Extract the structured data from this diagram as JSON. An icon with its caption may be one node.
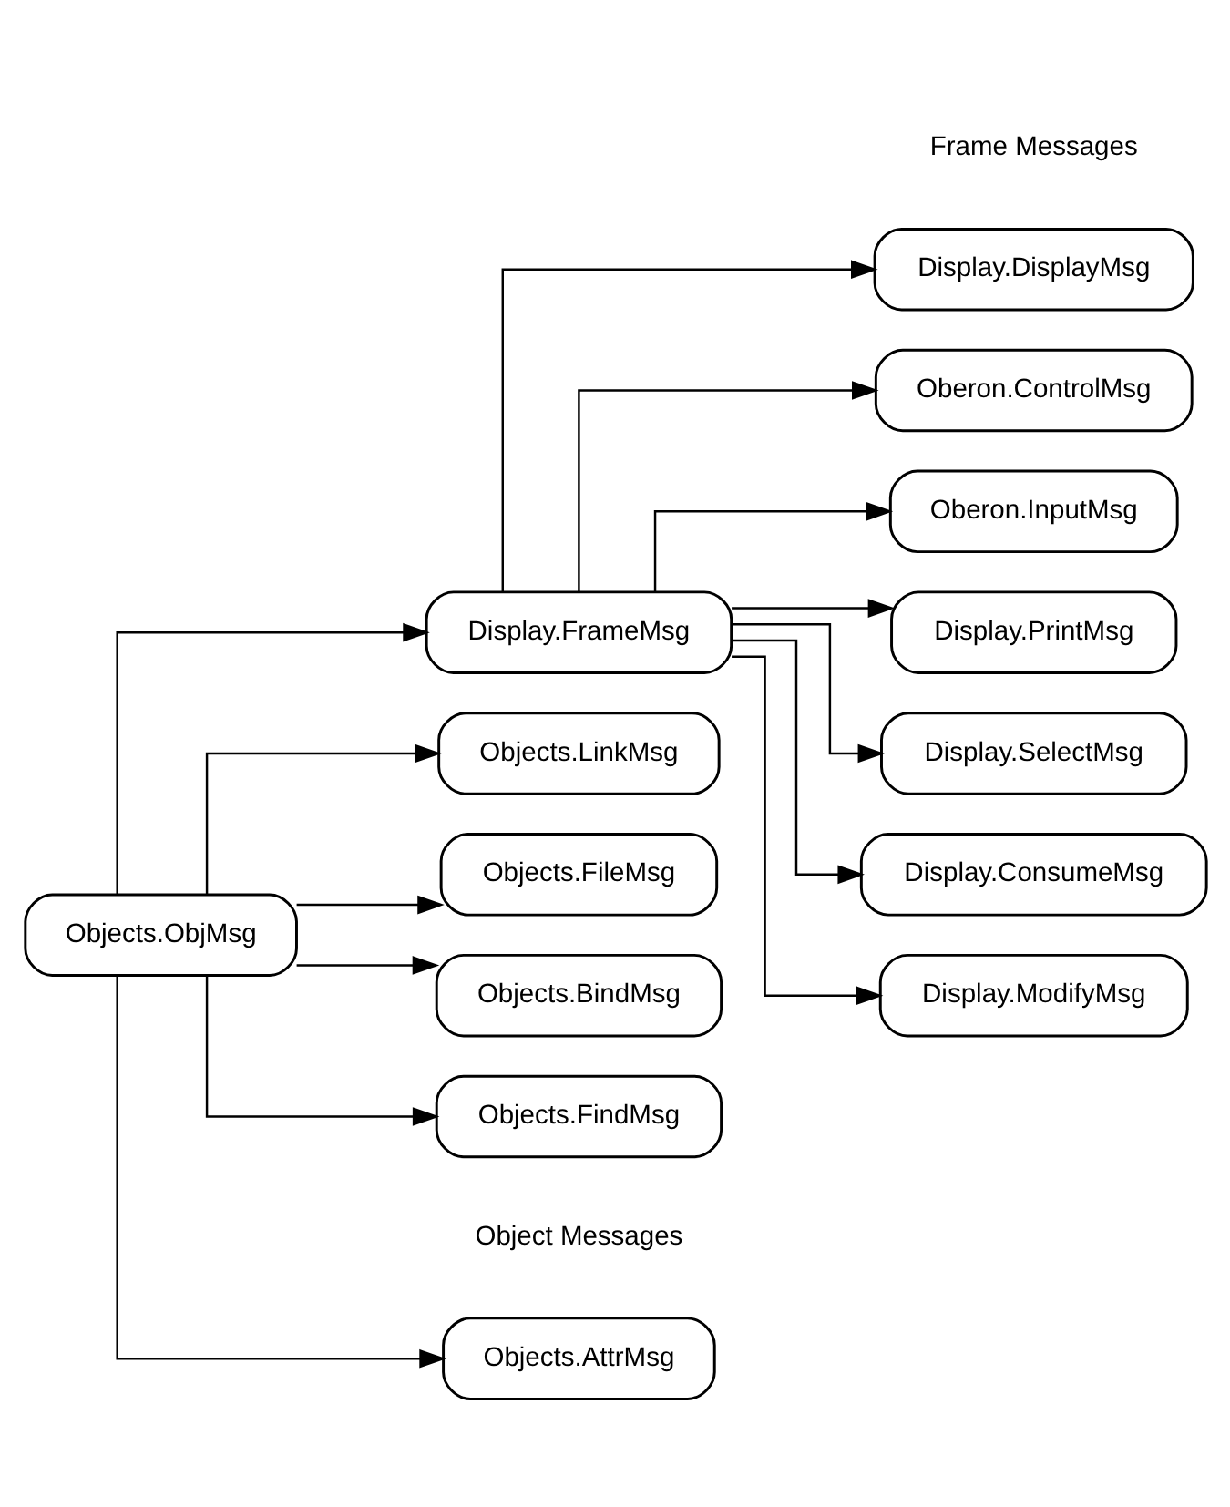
{
  "diagram": {
    "nodes": [
      {
        "text": [
          "Oberon.ControlMsg"
        ]
      },
      {
        "text": [
          "Oberon.InputMsg"
        ]
      },
      {
        "text": [
          "Display.DisplayMsg"
        ]
      },
      {
        "text": [
          "Display.PrintMsg"
        ]
      },
      {
        "text": [
          "Display.SelectMsg"
        ]
      },
      {
        "text": [
          "Display.ConsumeMsg"
        ]
      },
      {
        "text": [
          "Display.ModifyMsg"
        ]
      },
      {
        "text": [
          "Display.FrameMsg"
        ]
      },
      {
        "text": [
          "Objects.AttrMsg"
        ]
      },
      {
        "text": [
          "Objects.LinkMsg"
        ]
      },
      {
        "text": [
          "Objects.FileMsg"
        ]
      },
      {
        "text": [
          "Objects.BindMsg"
        ]
      },
      {
        "text": [
          "Objects.FindMsg"
        ]
      },
      {
        "text": [
          "Objects.ObjMsg"
        ]
      }
    ],
    "edges": [
      {
        "from": 7,
        "to": 0,
        "arrow": "to"
      },
      {
        "from": 7,
        "to": 1,
        "arrow": "to"
      },
      {
        "from": 7,
        "to": 2,
        "arrow": "to"
      },
      {
        "from": 7,
        "to": 3,
        "arrow": "to"
      },
      {
        "from": 7,
        "to": 4,
        "arrow": "to"
      },
      {
        "from": 7,
        "to": 5,
        "arrow": "to"
      },
      {
        "from": 7,
        "to": 6,
        "arrow": "to"
      },
      {
        "from": 13,
        "to": 7,
        "arrow": "to"
      },
      {
        "from": 13,
        "to": 8,
        "arrow": "to"
      },
      {
        "from": 13,
        "to": 9,
        "arrow": "to"
      },
      {
        "from": 13,
        "to": 10,
        "arrow": "to"
      },
      {
        "from": 13,
        "to": 11,
        "arrow": "to"
      },
      {
        "from": 13,
        "to": 12,
        "arrow": "to"
      }
    ],
    "labels": [
      "Frame Messages",
      "Object Messages"
    ]
  }
}
